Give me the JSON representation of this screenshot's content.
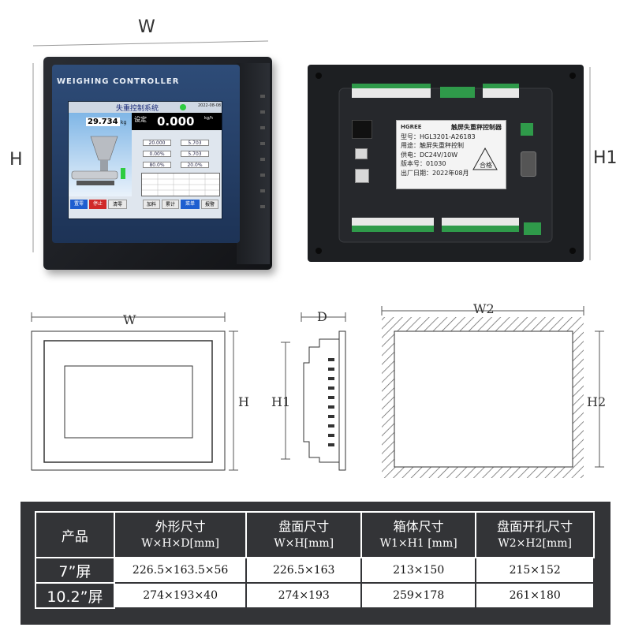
{
  "dimensions": {
    "top_w": "W",
    "top_h": "H",
    "top_h1": "H1",
    "draw_w": "W",
    "draw_h": "H",
    "draw_d": "D",
    "draw_h1": "H1",
    "draw_w2": "W2",
    "draw_h2": "H2"
  },
  "front_device": {
    "brand": "WEIGHING CONTROLLER",
    "screen_title": "失重控制系统",
    "time": "2022-08-08",
    "weight_small": "29.734",
    "weight_small_unit": "kg",
    "weight_label": "设定",
    "weight_big": "0.000",
    "weight_big_unit": "kg/h",
    "vals_left": [
      "20.000",
      "0.00%",
      "80.0%"
    ],
    "vals_right": [
      "5.703",
      "5.703",
      "20.0%"
    ],
    "buttons": [
      "置零",
      "停止",
      "清零",
      "加料",
      "累计",
      "菜单",
      "报警"
    ]
  },
  "back_device": {
    "logo": "HGREE",
    "label_title": "触屏失重秤控制器",
    "model": "型号：HGL3201-A26183",
    "usage": "用途：触屏失重秤控制",
    "power": "供电：DC24V/10W",
    "version": "版本号：01030",
    "date": "出厂日期：2022年08月",
    "qc": "合格"
  },
  "table": {
    "headers": [
      {
        "cn": "产品",
        "sub": ""
      },
      {
        "cn": "外形尺寸",
        "sub": "W×H×D[mm]"
      },
      {
        "cn": "盘面尺寸",
        "sub": "W×H[mm]"
      },
      {
        "cn": "箱体尺寸",
        "sub": "W1×H1 [mm]"
      },
      {
        "cn": "盘面开孔尺寸",
        "sub": "W2×H2[mm]"
      }
    ],
    "rows": [
      {
        "label": "7”屏",
        "cells": [
          "226.5×163.5×56",
          "226.5×163",
          "213×150",
          "215×152"
        ]
      },
      {
        "label": "10.2”屏",
        "cells": [
          "274×193×40",
          "274×193",
          "259×178",
          "261×180"
        ]
      }
    ]
  },
  "colors": {
    "table_bg": "#333437",
    "accent_green": "#2f9a4a",
    "panel_blue": "#2e4c78"
  }
}
